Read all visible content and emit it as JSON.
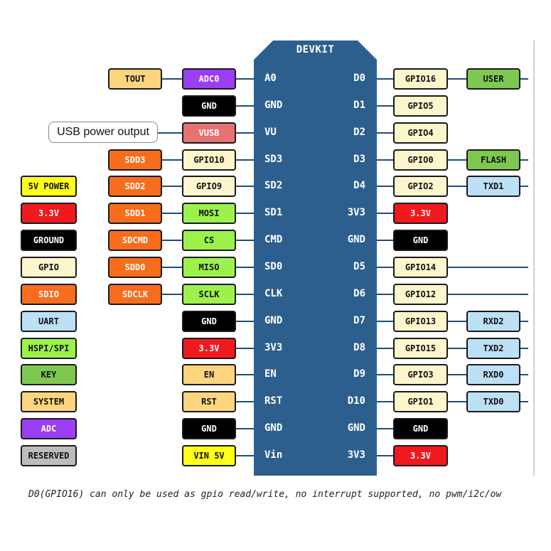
{
  "board_title": "DEVKIT",
  "left_pins": [
    "A0",
    "GND",
    "VU",
    "SD3",
    "SD2",
    "SD1",
    "CMD",
    "SD0",
    "CLK",
    "GND",
    "3V3",
    "EN",
    "RST",
    "GND",
    "Vin"
  ],
  "right_pins": [
    "D0",
    "D1",
    "D2",
    "D3",
    "D4",
    "3V3",
    "GND",
    "D5",
    "D6",
    "D7",
    "D8",
    "D9",
    "D10",
    "GND",
    "3V3"
  ],
  "left_inner": [
    {
      "text": "ADC0",
      "color": "#9a3ff3",
      "white": true
    },
    {
      "text": "GND",
      "color": "#000000",
      "white": true
    },
    {
      "text": "VUSB",
      "color": "#e57373",
      "white": true
    },
    {
      "text": "GPIO10",
      "color": "#fdf6cc",
      "white": false
    },
    {
      "text": "GPIO9",
      "color": "#fdf6cc",
      "white": false
    },
    {
      "text": "MOSI",
      "color": "#9cf24a",
      "white": false
    },
    {
      "text": "CS",
      "color": "#9cf24a",
      "white": false
    },
    {
      "text": "MISO",
      "color": "#9cf24a",
      "white": false
    },
    {
      "text": "SCLK",
      "color": "#9cf24a",
      "white": false
    },
    {
      "text": "GND",
      "color": "#000000",
      "white": true
    },
    {
      "text": "3.3V",
      "color": "#f0191e",
      "white": true
    },
    {
      "text": "EN",
      "color": "#fdd57e",
      "white": false
    },
    {
      "text": "RST",
      "color": "#fdd57e",
      "white": false
    },
    {
      "text": "GND",
      "color": "#000000",
      "white": true
    },
    {
      "text": "VIN 5V",
      "color": "#ffff1a",
      "white": false
    }
  ],
  "left_outer": [
    {
      "row": 0,
      "text": "TOUT",
      "color": "#fdd57e",
      "white": false
    },
    {
      "row": 3,
      "text": "SDD3",
      "color": "#f86d1c",
      "white": true
    },
    {
      "row": 4,
      "text": "SDD2",
      "color": "#f86d1c",
      "white": true
    },
    {
      "row": 5,
      "text": "SDD1",
      "color": "#f86d1c",
      "white": true
    },
    {
      "row": 6,
      "text": "SDCMD",
      "color": "#f86d1c",
      "white": true
    },
    {
      "row": 7,
      "text": "SDD0",
      "color": "#f86d1c",
      "white": true
    },
    {
      "row": 8,
      "text": "SDCLK",
      "color": "#f86d1c",
      "white": true
    }
  ],
  "usb_note": "USB power output",
  "right_inner": [
    {
      "text": "GPIO16",
      "color": "#fdf6cc",
      "white": false
    },
    {
      "text": "GPIO5",
      "color": "#fdf6cc",
      "white": false
    },
    {
      "text": "GPIO4",
      "color": "#fdf6cc",
      "white": false
    },
    {
      "text": "GPIO0",
      "color": "#fdf6cc",
      "white": false
    },
    {
      "text": "GPIO2",
      "color": "#fdf6cc",
      "white": false
    },
    {
      "text": "3.3V",
      "color": "#f0191e",
      "white": true
    },
    {
      "text": "GND",
      "color": "#000000",
      "white": true
    },
    {
      "text": "GPIO14",
      "color": "#fdf6cc",
      "white": false
    },
    {
      "text": "GPIO12",
      "color": "#fdf6cc",
      "white": false
    },
    {
      "text": "GPIO13",
      "color": "#fdf6cc",
      "white": false
    },
    {
      "text": "GPIO15",
      "color": "#fdf6cc",
      "white": false
    },
    {
      "text": "GPIO3",
      "color": "#fdf6cc",
      "white": false
    },
    {
      "text": "GPIO1",
      "color": "#fdf6cc",
      "white": false
    },
    {
      "text": "GND",
      "color": "#000000",
      "white": true
    },
    {
      "text": "3.3V",
      "color": "#f0191e",
      "white": true
    }
  ],
  "right_outer": [
    {
      "row": 0,
      "text": "USER",
      "color": "#7ec850",
      "white": false
    },
    {
      "row": 3,
      "text": "FLASH",
      "color": "#7ec850",
      "white": false
    },
    {
      "row": 4,
      "text": "TXD1",
      "color": "#bce0f5",
      "white": false
    },
    {
      "row": 9,
      "text": "RXD2",
      "color": "#bce0f5",
      "white": false
    },
    {
      "row": 10,
      "text": "TXD2",
      "color": "#bce0f5",
      "white": false
    },
    {
      "row": 11,
      "text": "RXD0",
      "color": "#bce0f5",
      "white": false
    },
    {
      "row": 12,
      "text": "TXD0",
      "color": "#bce0f5",
      "white": false
    }
  ],
  "legend": [
    {
      "text": "5V POWER",
      "color": "#ffff1a",
      "white": false
    },
    {
      "text": "3.3V",
      "color": "#f0191e",
      "white": true
    },
    {
      "text": "GROUND",
      "color": "#000000",
      "white": true
    },
    {
      "text": "GPIO",
      "color": "#fdf6cc",
      "white": false
    },
    {
      "text": "SDIO",
      "color": "#f86d1c",
      "white": true
    },
    {
      "text": "UART",
      "color": "#bce0f5",
      "white": false
    },
    {
      "text": "HSPI/SPI",
      "color": "#9cf24a",
      "white": false
    },
    {
      "text": "KEY",
      "color": "#7ec850",
      "white": false
    },
    {
      "text": "SYSTEM",
      "color": "#fdd57e",
      "white": false
    },
    {
      "text": "ADC",
      "color": "#9a3ff3",
      "white": true
    },
    {
      "text": "RESERVED",
      "color": "#bdbdbd",
      "white": false
    }
  ],
  "footnote": "D0(GPIO16) can only be used as gpio read/write, no interrupt supported, no pwm/i2c/ow"
}
